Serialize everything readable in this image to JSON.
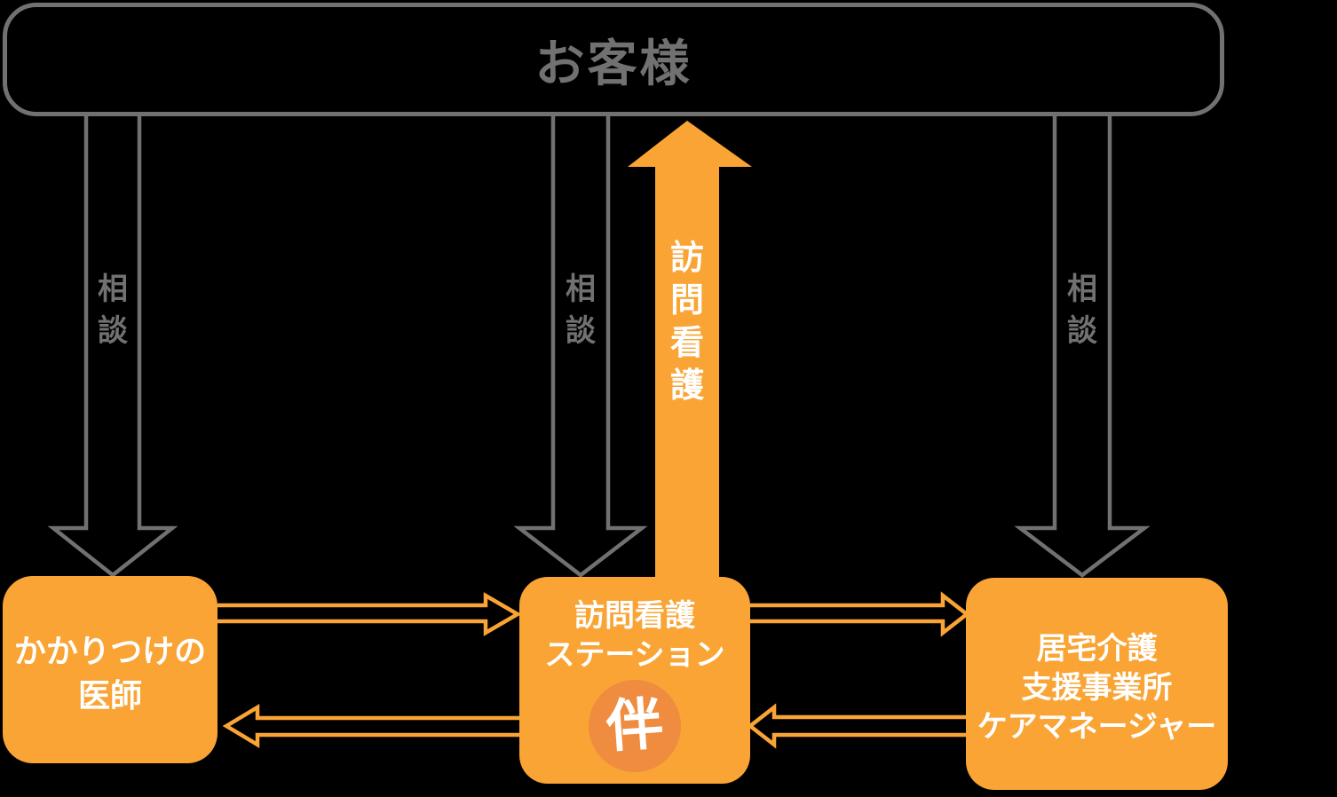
{
  "colors": {
    "orange": "#F9A435",
    "logo_orange": "#EF8C3F",
    "gray": "#717171",
    "text_white": "#FFFFFF",
    "background": "#000000"
  },
  "customer": {
    "label": "お客様"
  },
  "consult_arrows": {
    "left_label": "相談",
    "middle_label": "相談",
    "right_label": "相談"
  },
  "visiting_nursing_arrow": {
    "label": "訪問看護"
  },
  "doctor_box": {
    "line1": "かかりつけの",
    "line2": "医師"
  },
  "station_box": {
    "line1": "訪問看護",
    "line2": "ステーション",
    "logo": "伴"
  },
  "care_manager_box": {
    "line1": "居宅介護",
    "line2": "支援事業所",
    "line3": "ケアマネージャー"
  }
}
